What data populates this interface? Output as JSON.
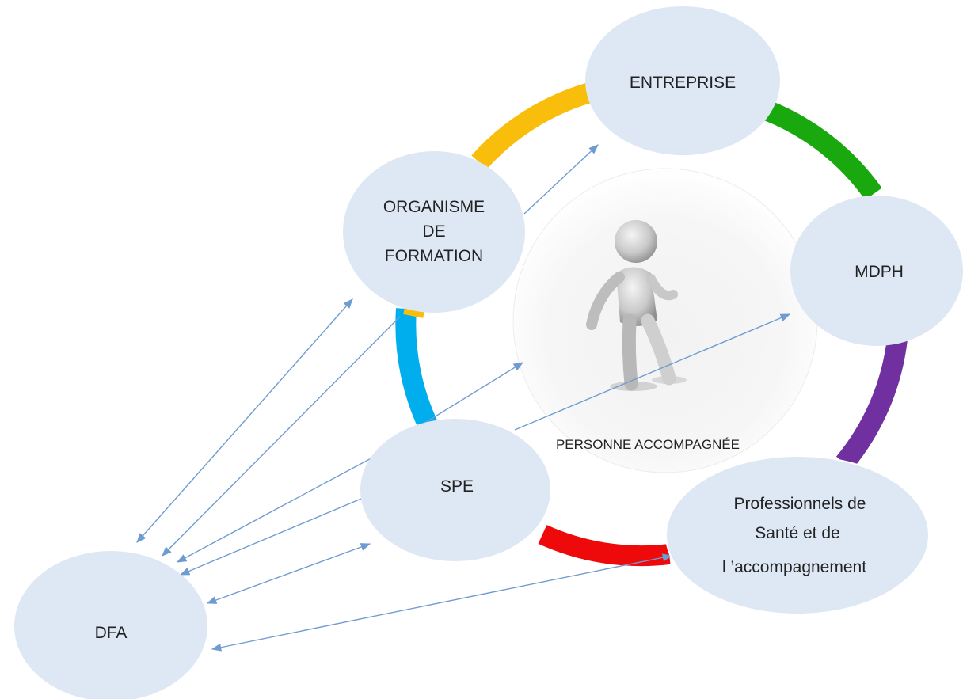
{
  "nodes": {
    "entreprise": {
      "lines": [
        "ENTREPRISE"
      ]
    },
    "mdph": {
      "lines": [
        "MDPH"
      ]
    },
    "organisme": {
      "lines": [
        "ORGANISME",
        "DE",
        "FORMATION"
      ]
    },
    "spe": {
      "lines": [
        "SPE"
      ]
    },
    "professionnels": {
      "lines": [
        "Professionnels de",
        "Santé et de",
        "l ’accompagnement"
      ]
    },
    "dfa": {
      "lines": [
        "DFA"
      ]
    }
  },
  "center": {
    "label": "PERSONNE ACCOMPAGNÉE",
    "figure": "walking-person-icon"
  },
  "colors": {
    "node_fill": "#dee8f4",
    "arrow": "#6f9cd0",
    "ring_yellow": "#f9bd0b",
    "ring_green": "#19a90f",
    "ring_purple": "#7030a0",
    "ring_red": "#ee0a0a",
    "ring_blue": "#00aeee"
  }
}
